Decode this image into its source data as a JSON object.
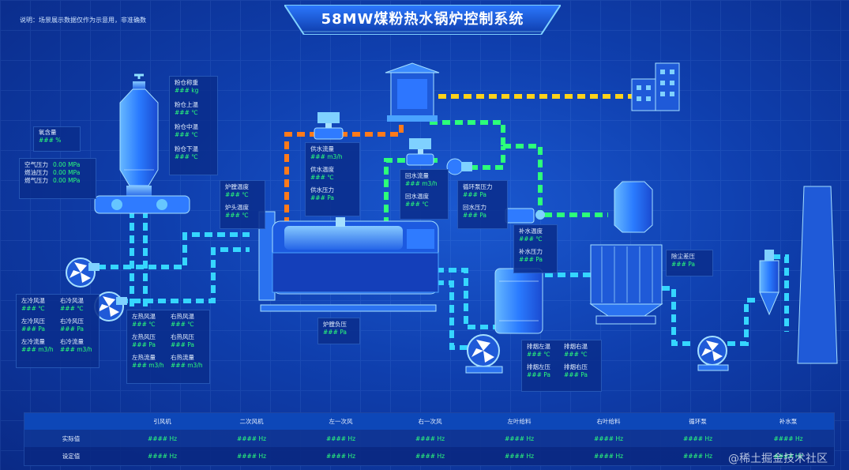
{
  "note": "说明：场景展示数据仅作为示意用，非准确数",
  "title": "58MW煤粉热水锅炉控制系统",
  "left_top_panel": {
    "label": "氧含量",
    "value": "### %"
  },
  "pressures": [
    {
      "label": "空气压力",
      "value": "0.00 MPa"
    },
    {
      "label": "燃油压力",
      "value": "0.00 MPa"
    },
    {
      "label": "燃气压力",
      "value": "0.00 MPa"
    }
  ],
  "silo": {
    "items": [
      {
        "label": "粉仓称重",
        "value": "### kg"
      },
      {
        "label": "粉仓上温",
        "value": "### ℃"
      },
      {
        "label": "粉仓中温",
        "value": "### ℃"
      },
      {
        "label": "粉仓下温",
        "value": "### ℃"
      }
    ]
  },
  "furnace_panel": {
    "items": [
      {
        "label": "炉膛温度",
        "value": "### ℃"
      },
      {
        "label": "炉头温度",
        "value": "### ℃"
      }
    ]
  },
  "supply_panel": {
    "items": [
      {
        "label": "供水流量",
        "value": "### m3/h"
      },
      {
        "label": "供水温度",
        "value": "### ℃"
      },
      {
        "label": "供水压力",
        "value": "### Pa"
      }
    ]
  },
  "return_panel": {
    "items": [
      {
        "label": "回水流量",
        "value": "### m3/h"
      },
      {
        "label": "回水温度",
        "value": "### ℃"
      }
    ]
  },
  "pump_panel": {
    "items": [
      {
        "label": "循环泵压力",
        "value": "### Pa"
      },
      {
        "label": "回水压力",
        "value": "### Pa"
      }
    ]
  },
  "makeup_panel": {
    "items": [
      {
        "label": "补水温度",
        "value": "### ℃"
      },
      {
        "label": "补水压力",
        "value": "### Pa"
      }
    ]
  },
  "dust_panel": {
    "label": "除尘差压",
    "value": "### Pa"
  },
  "cold_panel": {
    "left": [
      {
        "label": "左冷风温",
        "value": "### ℃"
      },
      {
        "label": "左冷风压",
        "value": "### Pa"
      },
      {
        "label": "左冷流量",
        "value": "### m3/h"
      }
    ],
    "right": [
      {
        "label": "右冷风温",
        "value": "### ℃"
      },
      {
        "label": "右冷风压",
        "value": "### Pa"
      },
      {
        "label": "右冷流量",
        "value": "### m3/h"
      }
    ]
  },
  "hot_panel": {
    "left": [
      {
        "label": "左热风温",
        "value": "### ℃"
      },
      {
        "label": "左热风压",
        "value": "### Pa"
      },
      {
        "label": "左热流量",
        "value": "### m3/h"
      }
    ],
    "right": [
      {
        "label": "右热风温",
        "value": "### ℃"
      },
      {
        "label": "右热风压",
        "value": "### Pa"
      },
      {
        "label": "右热流量",
        "value": "### m3/h"
      }
    ]
  },
  "furnace_pressure": {
    "label": "炉膛负压",
    "value": "### Pa"
  },
  "exhaust_panel": {
    "left": [
      {
        "label": "排烟左温",
        "value": "### ℃"
      },
      {
        "label": "排烟左压",
        "value": "### Pa"
      }
    ],
    "right": [
      {
        "label": "排烟右温",
        "value": "### ℃"
      },
      {
        "label": "排烟右压",
        "value": "### Pa"
      }
    ]
  },
  "table": {
    "headers": [
      "",
      "引风机",
      "二次风机",
      "左一次风",
      "右一次风",
      "左叶给料",
      "右叶给料",
      "循环泵",
      "补水泵"
    ],
    "rows": [
      {
        "label": "实际值",
        "values": [
          "#### Hz",
          "#### Hz",
          "#### Hz",
          "#### Hz",
          "#### Hz",
          "#### Hz",
          "#### Hz",
          "#### Hz"
        ]
      },
      {
        "label": "设定值",
        "values": [
          "#### Hz",
          "#### Hz",
          "#### Hz",
          "#### Hz",
          "#### Hz",
          "#### Hz",
          "#### Hz",
          "#### Hz"
        ]
      }
    ]
  },
  "watermark": "@稀土掘金技术社区",
  "colors": {
    "bg": "#0f3fae",
    "pipe_blue": "#35d6ff",
    "pipe_orange": "#ff7a1a",
    "pipe_green": "#2cff7a",
    "pipe_yellow": "#ffd21a",
    "value_green": "#2cff7a"
  }
}
